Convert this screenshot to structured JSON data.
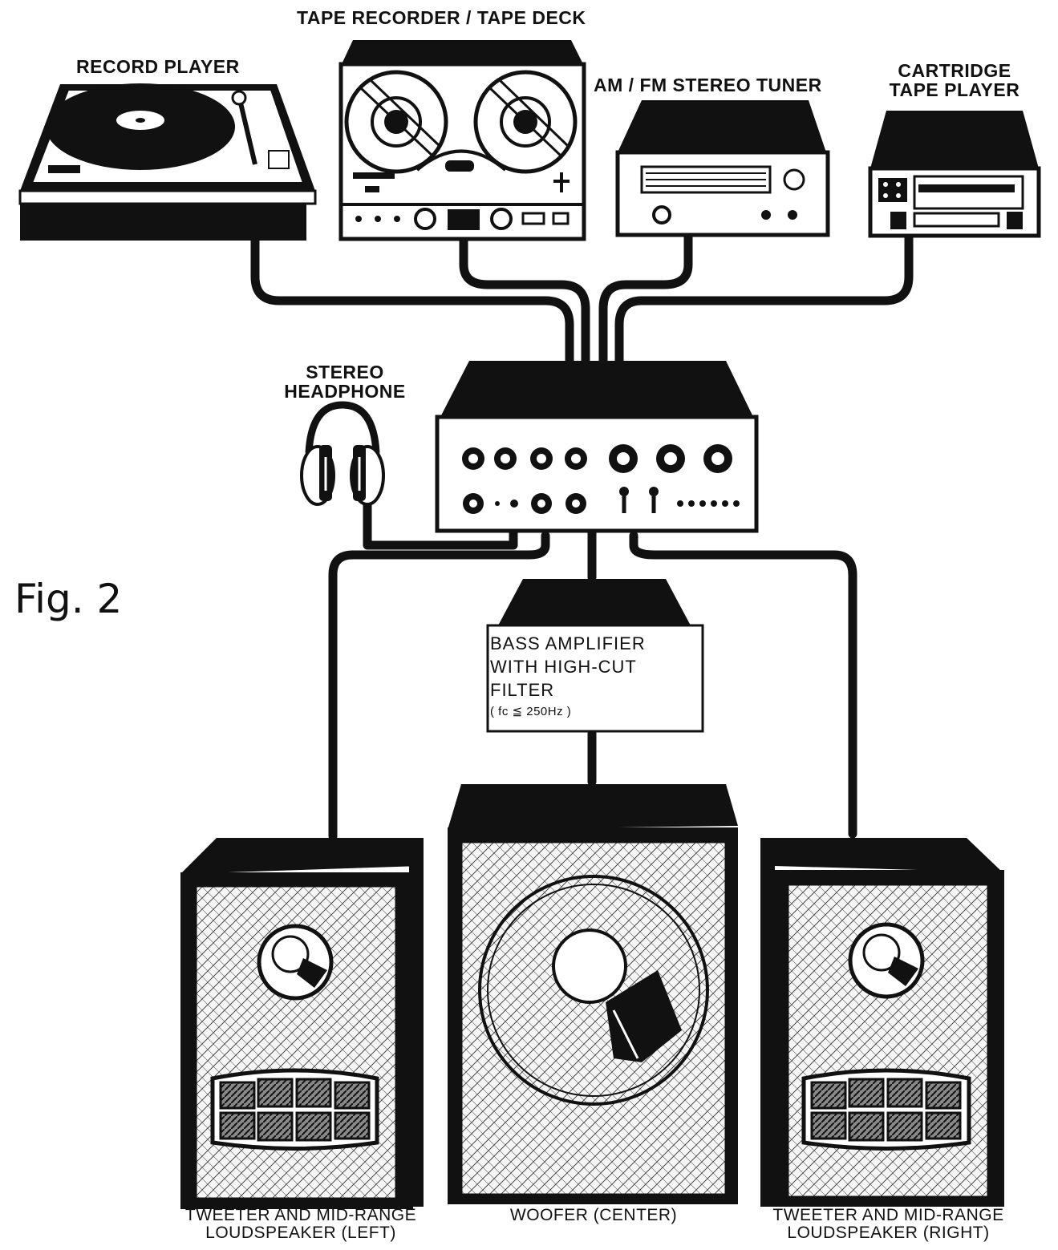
{
  "figure_label": "Fig. 2",
  "components": {
    "record_player": "RECORD PLAYER",
    "tape_recorder": "TAPE RECORDER / TAPE DECK",
    "tuner": "AM / FM STEREO TUNER",
    "cartridge_line1": "CARTRIDGE",
    "cartridge_line2": "TAPE PLAYER",
    "headphone_line1": "STEREO",
    "headphone_line2": "HEADPHONE",
    "bass_line1": "BASS AMPLIFIER",
    "bass_line2": "WITH HIGH-CUT",
    "bass_line3": "FILTER",
    "bass_line4": "( fc ≦ 250Hz )",
    "left_line1": "TWEETER AND MID-RANGE",
    "left_line2": "LOUDSPEAKER (LEFT)",
    "woofer": "WOOFER (CENTER)",
    "right_line1": "TWEETER AND MID-RANGE",
    "right_line2": "LOUDSPEAKER (RIGHT)"
  },
  "colors": {
    "ink": "#111111",
    "paper": "#ffffff",
    "grille": "#f4f4f4"
  }
}
